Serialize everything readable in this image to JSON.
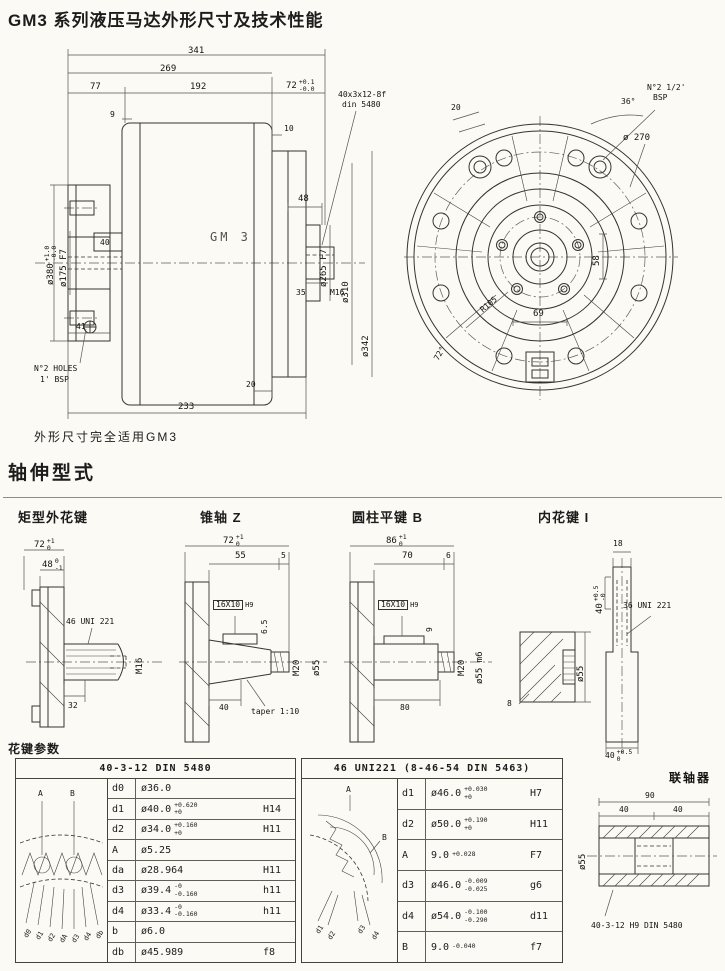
{
  "page": {
    "title": "GM3 系列液压马达外形尺寸及技术性能",
    "fit_note": "外形尺寸完全适用GM3",
    "shaft_section_title": "轴伸型式",
    "spline_params_label": "花键参数"
  },
  "side_view": {
    "name": "GM 3",
    "dims": {
      "t341": "341",
      "t269": "269",
      "t77": "77",
      "t192": "192",
      "t72": "72",
      "t72t": "+0.1",
      "t72b": "-0.0",
      "note1": "40x3x12-8f",
      "note2": "din 5480",
      "t10": "10",
      "t9": "9",
      "t48": "48",
      "d380": "ø380",
      "d380t": "+1.0",
      "d380b": "-0.0",
      "d175": "ø175 F7",
      "bore": "40",
      "d265": "ø265 F7",
      "t35": "35",
      "m16": "M16",
      "d310": "ø310",
      "d342": "ø342",
      "t41": "41",
      "holes1": "N°2 HOLES",
      "holes2": "1' BSP",
      "t20": "20",
      "t233": "233"
    }
  },
  "front_view": {
    "dims": {
      "t20": "20",
      "a36": "36°",
      "bsp1": "N°2 1/2'",
      "bsp2": "BSP",
      "d270": "ø 270",
      "t58": "58",
      "t69": "69",
      "r105": "R105",
      "a72": "72°"
    }
  },
  "shafts": {
    "spline": {
      "title": "矩型外花键",
      "dims": {
        "w72": "72",
        "w72t": "+1",
        "w72b": "0",
        "w48": "48",
        "w48t": "0",
        "w48b": "-1",
        "spline": "46 UNI 221",
        "thread": "M16",
        "l32": "32"
      }
    },
    "taper": {
      "title": "锥轴 Z",
      "dims": {
        "w72": "72",
        "w72t": "+1",
        "w72b": "0",
        "l55": "55",
        "l5": "5",
        "key": "16X10",
        "keyfit": "H9",
        "h65": "6.5",
        "thread": "M20",
        "dia": "ø55",
        "l40": "40",
        "taper": "taper 1:10"
      }
    },
    "key": {
      "title": "圆柱平键 B",
      "dims": {
        "w86": "86",
        "w86t": "+1",
        "w86b": "0",
        "l70": "70",
        "l6": "6",
        "key": "16X10",
        "keyfit": "H9",
        "l80": "80",
        "h9": "9",
        "thread": "M20",
        "dia": "ø55 m6"
      }
    },
    "internal": {
      "title": "内花键 I",
      "dims": {
        "w18": "18",
        "l40a": "40",
        "l40at": "+0.5",
        "l40ab": "-0",
        "spline": "36 UNI 221",
        "dia": "ø55",
        "l8": "8",
        "l40b": "40",
        "l40bt": "+0.5",
        "l40bb": "0"
      }
    }
  },
  "tables": {
    "din5480": {
      "title": "40-3-12 DIN 5480",
      "sketch": {
        "a": "A",
        "b": "B",
        "axis": [
          "d0",
          "d1",
          "d2",
          "dA",
          "d3",
          "d4",
          "db"
        ]
      },
      "rows": [
        {
          "label": "d0",
          "value": "ø36.0",
          "tol_top": "",
          "tol_bot": "",
          "fit": ""
        },
        {
          "label": "d1",
          "value": "ø40.0",
          "tol_top": "+0.620",
          "tol_bot": "+0",
          "fit": "H14"
        },
        {
          "label": "d2",
          "value": "ø34.0",
          "tol_top": "+0.160",
          "tol_bot": "+0",
          "fit": "H11"
        },
        {
          "label": "A",
          "value": "ø5.25",
          "tol_top": "",
          "tol_bot": "",
          "fit": ""
        },
        {
          "label": "da",
          "value": "ø28.964",
          "tol_top": "",
          "tol_bot": "",
          "fit": "H11"
        },
        {
          "label": "d3",
          "value": "ø39.4",
          "tol_top": "-0",
          "tol_bot": "-0.160",
          "fit": "h11"
        },
        {
          "label": "d4",
          "value": "ø33.4",
          "tol_top": "-0",
          "tol_bot": "-0.160",
          "fit": "h11"
        },
        {
          "label": "b",
          "value": "ø6.0",
          "tol_top": "",
          "tol_bot": "",
          "fit": ""
        },
        {
          "label": "db",
          "value": "ø45.989",
          "tol_top": "",
          "tol_bot": "",
          "fit": "f8"
        }
      ]
    },
    "uni221": {
      "title": "46 UNI221 (8-46-54 DIN 5463)",
      "sketch": {
        "a": "A",
        "b": "B",
        "axis": [
          "d1",
          "d2",
          "d3",
          "d4"
        ]
      },
      "rows": [
        {
          "label": "d1",
          "value": "ø46.0",
          "tol_top": "+0.030",
          "tol_bot": "+0",
          "fit": "H7"
        },
        {
          "label": "d2",
          "value": "ø50.0",
          "tol_top": "+0.190",
          "tol_bot": "+0",
          "fit": "H11"
        },
        {
          "label": "A",
          "value": "9.0",
          "tol_top": "+0.028",
          "tol_bot": "",
          "fit": "F7"
        },
        {
          "label": "d3",
          "value": "ø46.0",
          "tol_top": "-0.009",
          "tol_bot": "-0.025",
          "fit": "g6"
        },
        {
          "label": "d4",
          "value": "ø54.0",
          "tol_top": "-0.100",
          "tol_bot": "-0.290",
          "fit": "d11"
        },
        {
          "label": "B",
          "value": "9.0",
          "tol_top": "-0.040",
          "tol_bot": "",
          "fit": "f7"
        }
      ]
    }
  },
  "coupling": {
    "title": "联轴器",
    "dims": {
      "w90": "90",
      "w40a": "40",
      "w40b": "40",
      "dia": "ø55",
      "note": "40-3-12 H9 DIN 5480"
    }
  }
}
